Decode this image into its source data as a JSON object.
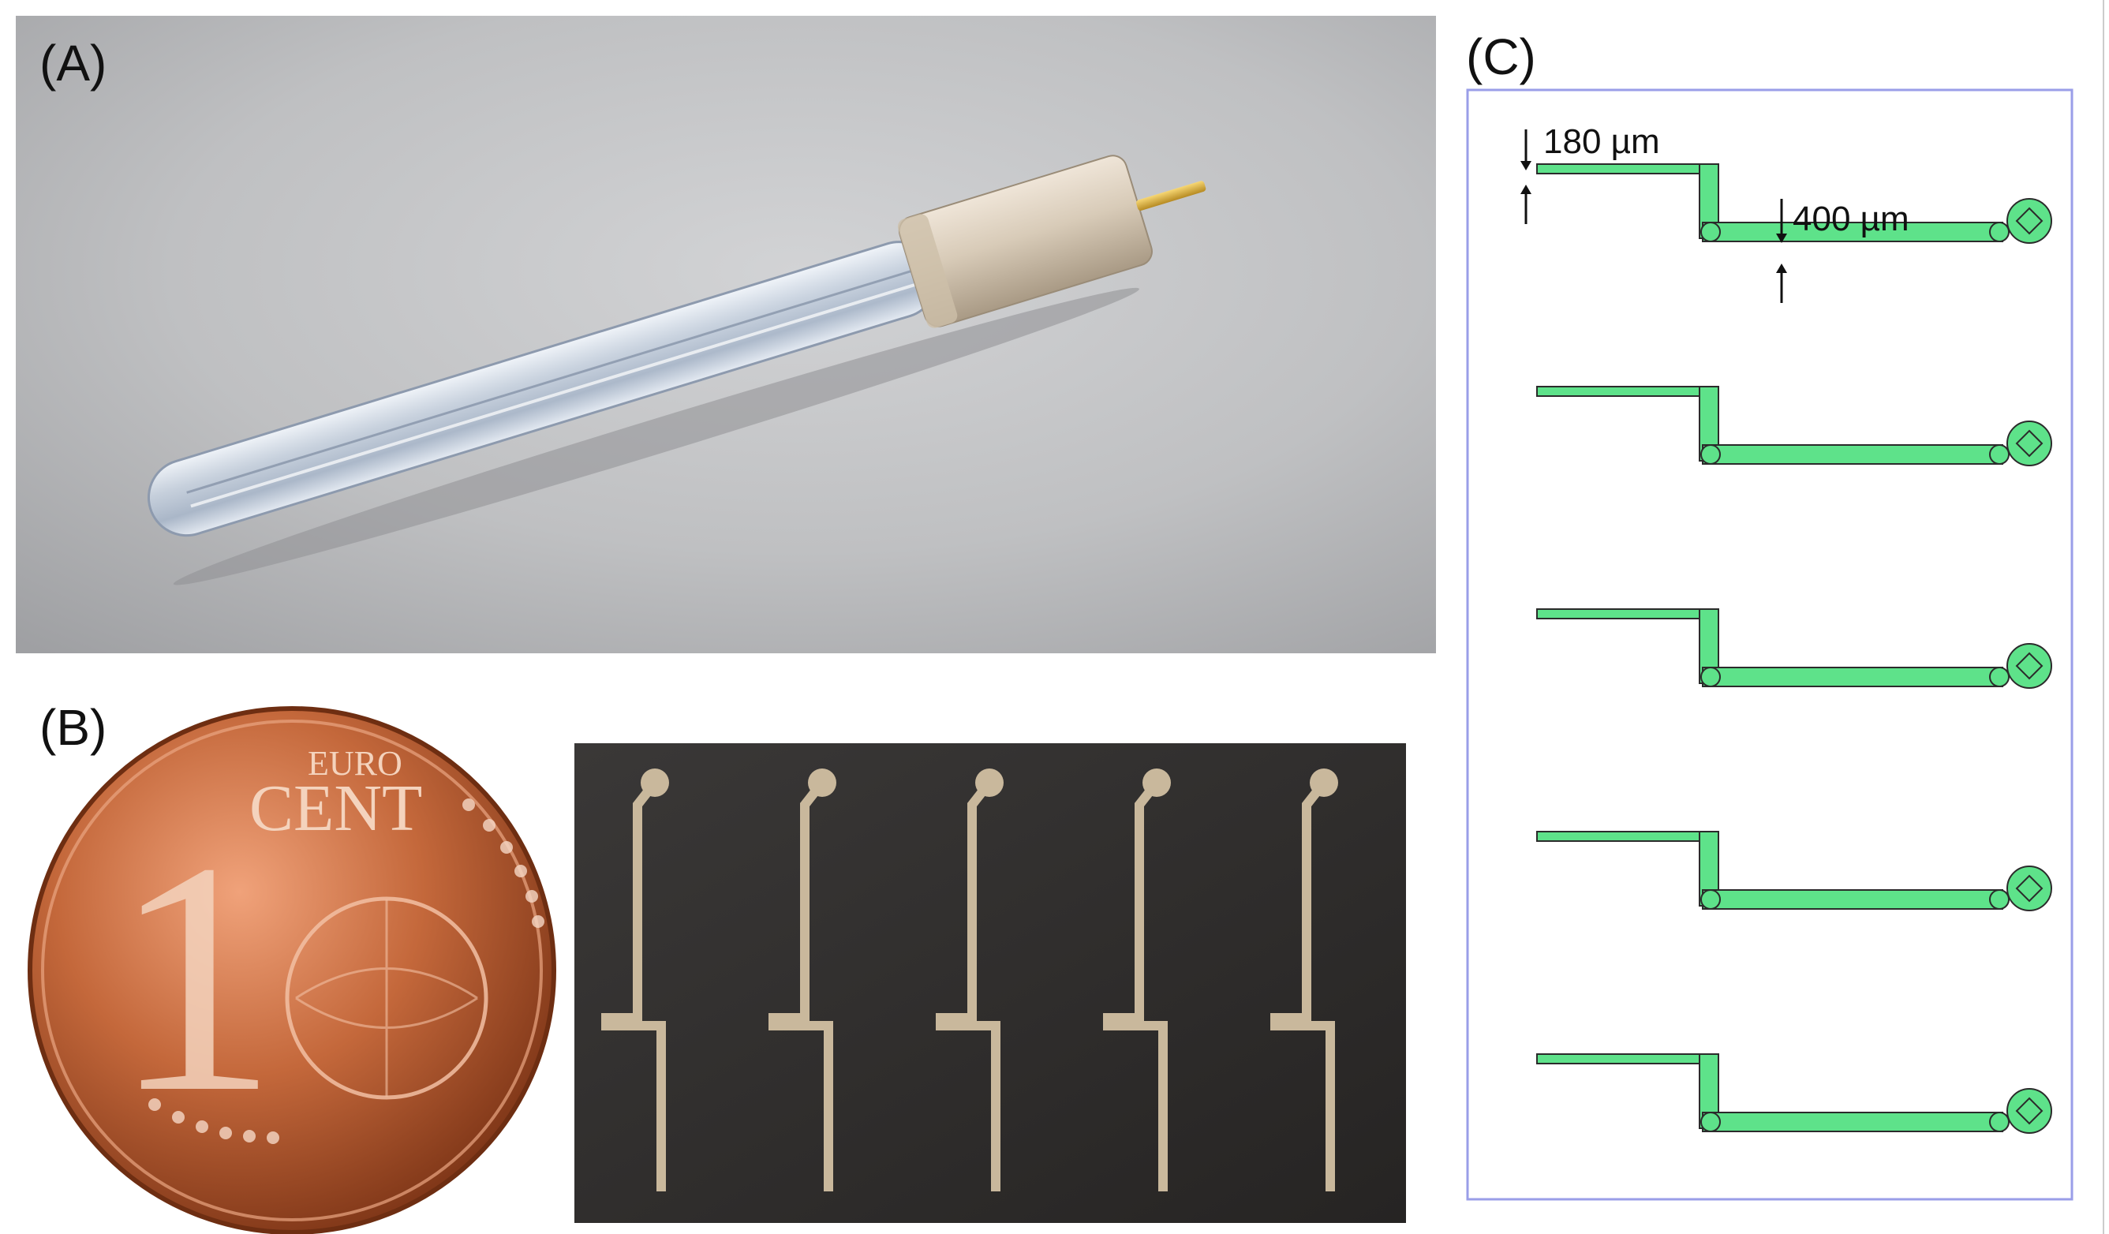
{
  "panels": {
    "a": {
      "label": "(A)"
    },
    "b": {
      "label": "(B)",
      "coin": {
        "top_text": "EURO",
        "main_text": "CENT",
        "denomination": "1"
      }
    },
    "c": {
      "label": "(C)",
      "dimension_180": "180 µm",
      "dimension_400": "400 µm"
    }
  },
  "colors": {
    "trace_fill": "#5ee28a",
    "frame": "#9a9ee8",
    "chip": "#2f2d2c",
    "chip_trace": "#c9b89c",
    "coin": "#c4683b",
    "backdrop": "#bfc0c2"
  }
}
